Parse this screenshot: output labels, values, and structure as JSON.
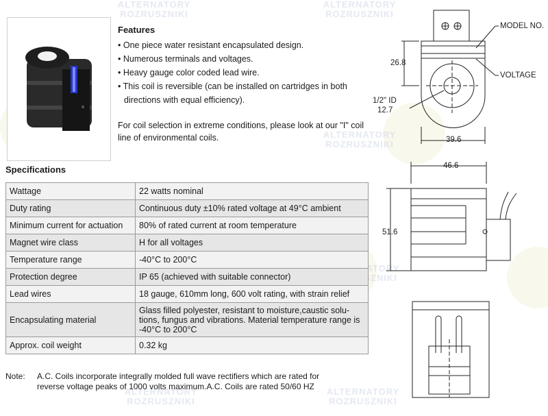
{
  "watermark": {
    "line1": "ALTERNATORY",
    "line2": "ROZRUSZNIKI"
  },
  "features": {
    "title": "Features",
    "items": [
      "• One piece water resistant encapsulated design.",
      "• Numerous terminals and voltages.",
      "• Heavy gauge color coded lead wire.",
      "• This coil is reversible (can be installed on cartridges in both",
      "directions with equal efficiency)."
    ],
    "note_line1": "For coil selection in extreme conditions, please look at our \"I\" coil",
    "note_line2": "line of environmental coils."
  },
  "specifications": {
    "title": "Specifications",
    "rows": [
      {
        "label": "Wattage",
        "value": "22 watts nominal"
      },
      {
        "label": "Duty rating",
        "value": "Continuous duty ±10% rated voltage at 49°C ambient"
      },
      {
        "label": "Minimum current for actuation",
        "value": "80% of rated current at room temperature"
      },
      {
        "label": "Magnet wire class",
        "value": "H for all voltages"
      },
      {
        "label": "Temperature range",
        "value": "-40°C to 200°C"
      },
      {
        "label": "Protection degree",
        "value": "IP 65 (achieved with suitable connector)"
      },
      {
        "label": "Lead wires",
        "value": "18 gauge, 610mm long, 600 volt rating, with strain relief"
      },
      {
        "label": "Encapsulating material",
        "value": "Glass filled polyester, resistant to moisture,caustic solu-\ntions, fungus and vibrations. Material temperature range is\n-40°C to 200°C"
      },
      {
        "label": "Approx. coil weight",
        "value": "0.32 kg"
      }
    ]
  },
  "note": {
    "label": "Note:",
    "line1": "A.C. Coils incorporate integrally molded full wave rectifiers which are rated for",
    "line2": "reverse voltage peaks of 1000 volts maximum.A.C. Coils are rated 50/60 HZ"
  },
  "drawing": {
    "model_no": "MODEL NO.",
    "voltage": "VOLTAGE",
    "dim_height_top": "26.8",
    "id_label": "1/2\" ID",
    "id_value": "12.7",
    "dim_width_top": "39.6",
    "dim_width_side": "46.6",
    "dim_height_side": "51.6"
  }
}
